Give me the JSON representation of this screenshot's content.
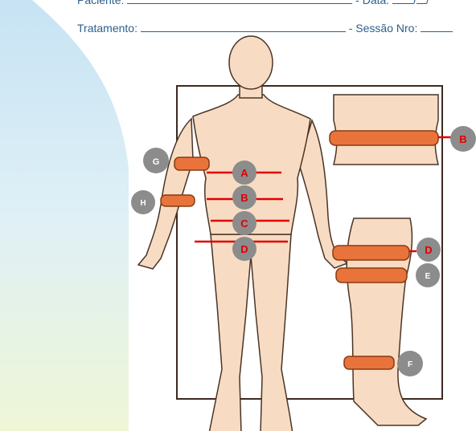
{
  "form": {
    "patient_label": "Paciente:",
    "date_label": "- Data:",
    "date_sep1": "/",
    "date_sep2": "/",
    "treatment_label": "Tratamento:",
    "session_label": "- Sessão Nro:"
  },
  "markers": {
    "A": "A",
    "B_torso": "B",
    "C": "C",
    "D_torso": "D",
    "G": "G",
    "H": "H",
    "B_side": "B",
    "D_leg": "D",
    "E": "E",
    "F": "F"
  },
  "colors": {
    "skin": "#f7dcc3",
    "outline": "#4a3426",
    "band": "#e8743b",
    "red_line": "#e00000",
    "marker_gray": "#8c8c8c",
    "marker_red_text": "#e00000",
    "marker_white_text": "#ffffff",
    "form_text": "#2c5f8e",
    "background_arc": "#cfe6f5"
  }
}
